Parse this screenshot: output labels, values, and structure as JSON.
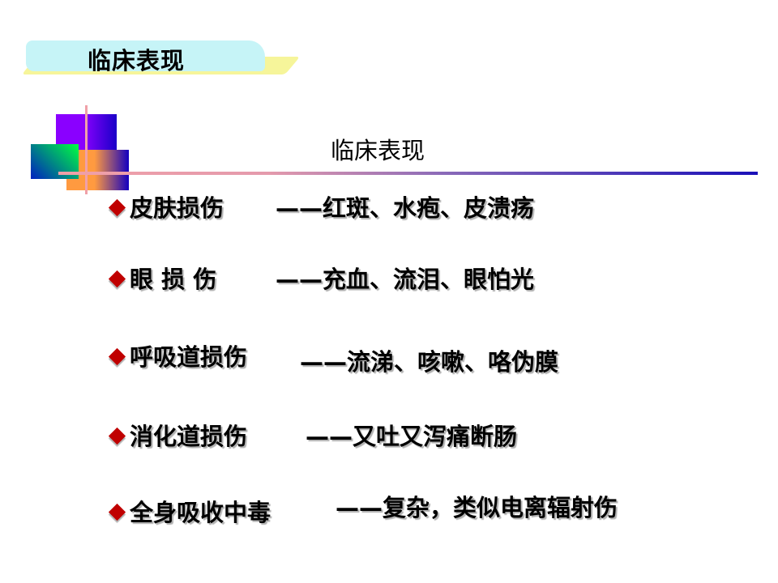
{
  "header": {
    "title": "临床表现"
  },
  "slide": {
    "subtitle": "临床表现",
    "items": [
      {
        "term": "皮肤损伤",
        "description": "——红斑、水疱、皮溃疡"
      },
      {
        "term": "眼 损 伤",
        "description": "——充血、流泪、眼怕光"
      },
      {
        "term": "呼吸道损伤",
        "description": "——流涕、咳嗽、咯伪膜"
      },
      {
        "term": "消化道损伤",
        "description": "——又吐又泻痛断肠"
      },
      {
        "term": "全身吸收中毒",
        "description": "——复杂，类似电离辐射伤"
      }
    ]
  },
  "colors": {
    "bullet": "#c00000",
    "banner": "#c6f4f7",
    "banner_accent": "#f6f59a"
  }
}
